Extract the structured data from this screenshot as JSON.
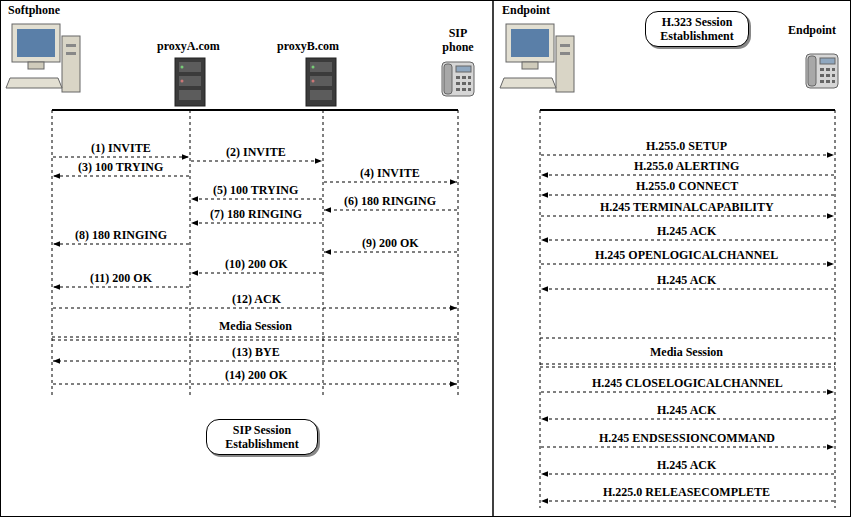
{
  "diagram": {
    "nodes": [
      {
        "text": [
          "SIP Session Establishment"
        ]
      },
      {
        "text": [
          "H.323 Session Establishment"
        ]
      }
    ],
    "labels": [
      "Softphone",
      "proxyA.com",
      "proxyB.com",
      "SIP phone",
      "(1) INVITE",
      "(2) INVITE",
      "(3) 100 TRYING",
      "(4) INVITE",
      "(5) 100 TRYING",
      "(6) 180 RINGING",
      "(7) 180 RINGING",
      "(8) 180 RINGING",
      "(9) 200 OK",
      "(10) 200 OK",
      "(11) 200 OK",
      "(12) ACK",
      "Media Session",
      "(13) BYE",
      "(14) 200 OK",
      "Endpoint",
      "Endpoint",
      "H.255.0 SETUP",
      "H.255.0 ALERTING",
      "H.255.0 CONNECT",
      "H.245 TERMINALCAPABILITY",
      "H.245 ACK",
      "H.245 OPENLOGICALCHANNEL",
      "H.245 ACK",
      "Media Session",
      "H.245 CLOSELOGICALCHANNEL",
      "H.245 ACK",
      "H.245 ENDSESSIONCOMMAND",
      "H.245 ACK",
      "H.225.0 RELEASECOMPLETE"
    ]
  }
}
